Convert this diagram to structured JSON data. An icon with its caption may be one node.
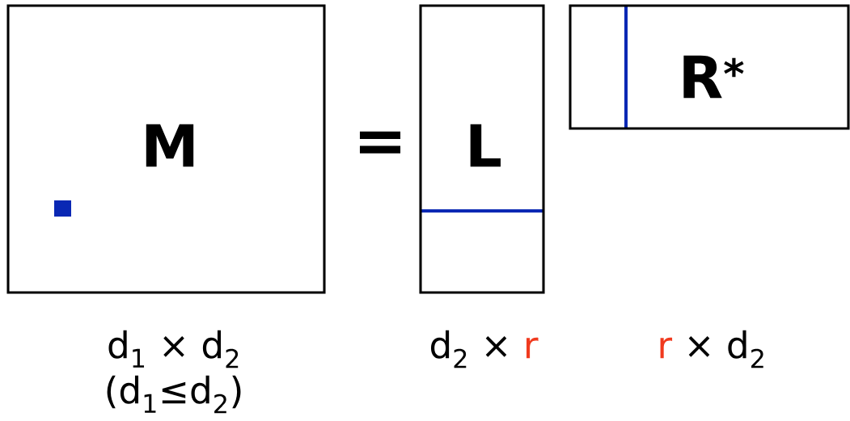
{
  "diagram": {
    "nodes": [
      {
        "text": [
          "M"
        ],
        "beside": [
          "d$_{1}$ × d$_{2}$",
          "(d$_{1}$≤d$_{2}$)"
        ]
      },
      {
        "text": [
          "L"
        ],
        "beside": [
          "d$_{2}$ ×",
          "r"
        ]
      },
      {
        "text": [
          "R$^{*}$"
        ],
        "beside": [
          "r",
          "× d$_{2}$"
        ]
      }
    ],
    "labels": [
      "="
    ]
  }
}
